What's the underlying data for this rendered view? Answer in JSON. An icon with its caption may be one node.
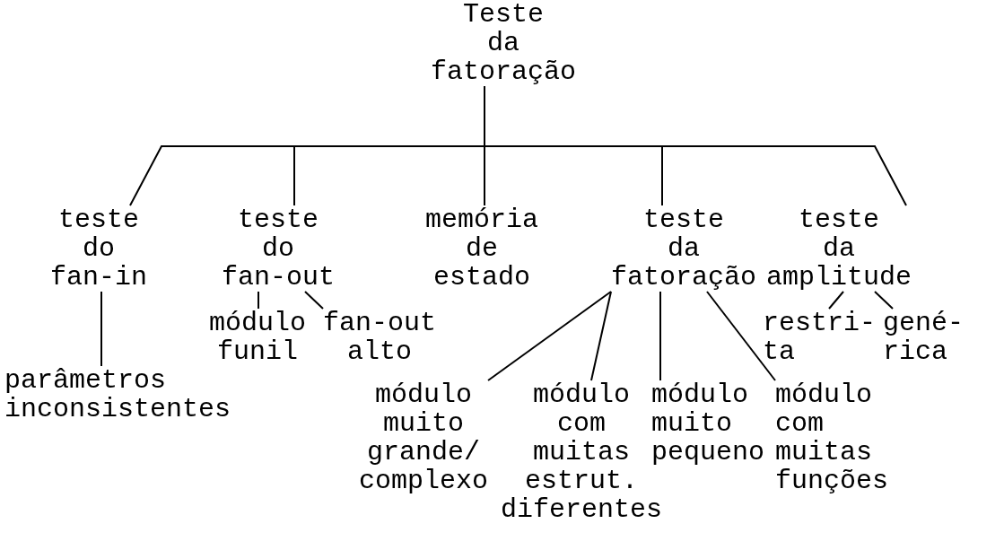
{
  "diagram": {
    "nodes": [
      {
        "text": [
          "Teste da fatoração"
        ]
      },
      {
        "text": [
          "teste do fan-in"
        ]
      },
      {
        "text": [
          "teste do fan-out"
        ]
      },
      {
        "text": [
          "memória de estado"
        ]
      },
      {
        "text": [
          "teste da fatoração"
        ]
      },
      {
        "text": [
          "teste da amplitude"
        ]
      },
      {
        "text": [
          "módulo funil"
        ]
      },
      {
        "text": [
          "fan-out alto"
        ]
      },
      {
        "text": [
          "parâmetros inconsistentes"
        ]
      },
      {
        "text": [
          "restri- ta"
        ]
      },
      {
        "text": [
          "gené- rica"
        ]
      },
      {
        "text": [
          "módulo muito grande/ complexo"
        ]
      },
      {
        "text": [
          "módulo com muitas estrut. diferentes"
        ]
      },
      {
        "text": [
          "módulo muito pequeno"
        ]
      },
      {
        "text": [
          "módulo com muitas funções"
        ]
      }
    ],
    "edges": [
      {
        "from": 0,
        "to": 1,
        "arrow": "none"
      },
      {
        "from": 0,
        "to": 2,
        "arrow": "none"
      },
      {
        "from": 0,
        "to": 3,
        "arrow": "none"
      },
      {
        "from": 0,
        "to": 4,
        "arrow": "none"
      },
      {
        "from": 0,
        "to": 5,
        "arrow": "none"
      },
      {
        "from": 2,
        "to": 6,
        "arrow": "none"
      },
      {
        "from": 2,
        "to": 7,
        "arrow": "none"
      },
      {
        "from": 1,
        "to": 8,
        "arrow": "none"
      },
      {
        "from": 4,
        "to": 11,
        "arrow": "none"
      },
      {
        "from": 4,
        "to": 12,
        "arrow": "none"
      },
      {
        "from": 4,
        "to": 13,
        "arrow": "none"
      },
      {
        "from": 4,
        "to": 14,
        "arrow": "none"
      },
      {
        "from": 5,
        "to": 9,
        "arrow": "none"
      },
      {
        "from": 5,
        "to": 10,
        "arrow": "none"
      }
    ]
  }
}
